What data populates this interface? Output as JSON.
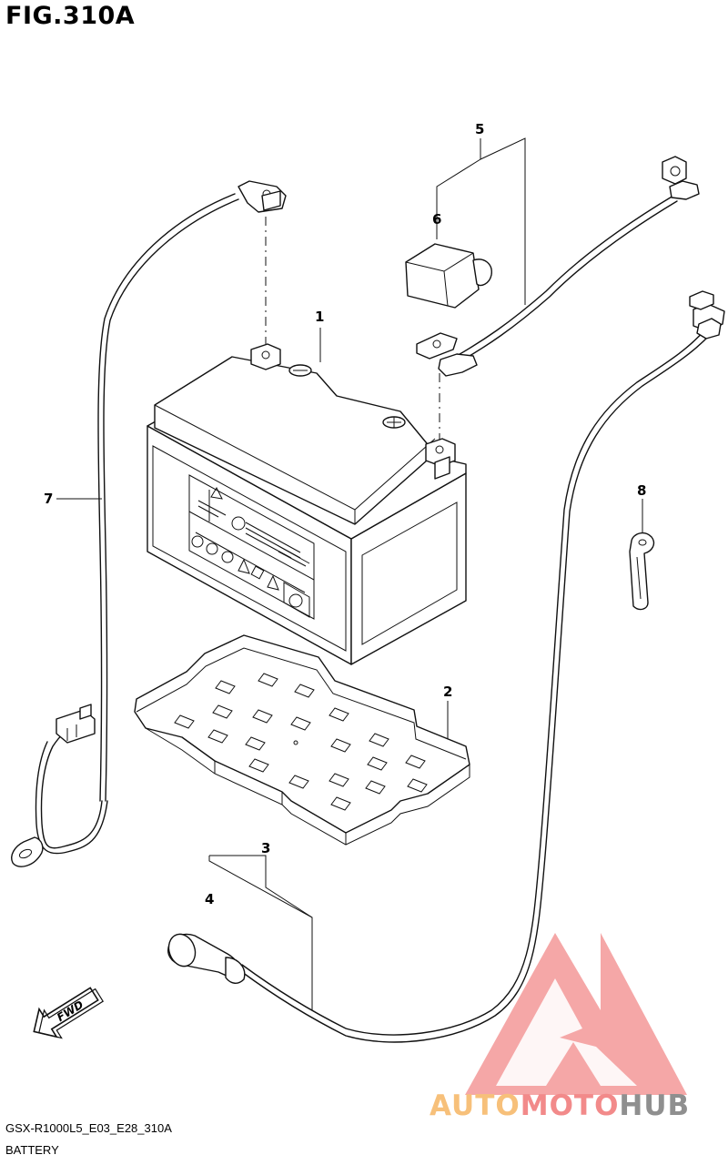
{
  "figure": {
    "title": "FIG.310A",
    "model_code": "GSX-R1000L5_E03_E28_310A",
    "section_name": "BATTERY"
  },
  "callouts": [
    "1",
    "2",
    "3",
    "4",
    "5",
    "6",
    "7",
    "8"
  ],
  "direction_marker": {
    "label": "FWD",
    "icon": "forward-arrow-icon"
  },
  "watermark": {
    "logo_icon": "triangle-logo-icon",
    "text_parts": [
      "AUTO",
      "MOTO",
      "HUB"
    ],
    "colors": {
      "auto": "#f7c07a",
      "moto": "#f28a8a",
      "hub": "#8f8f8f",
      "triangle": "#f28a8a"
    }
  }
}
